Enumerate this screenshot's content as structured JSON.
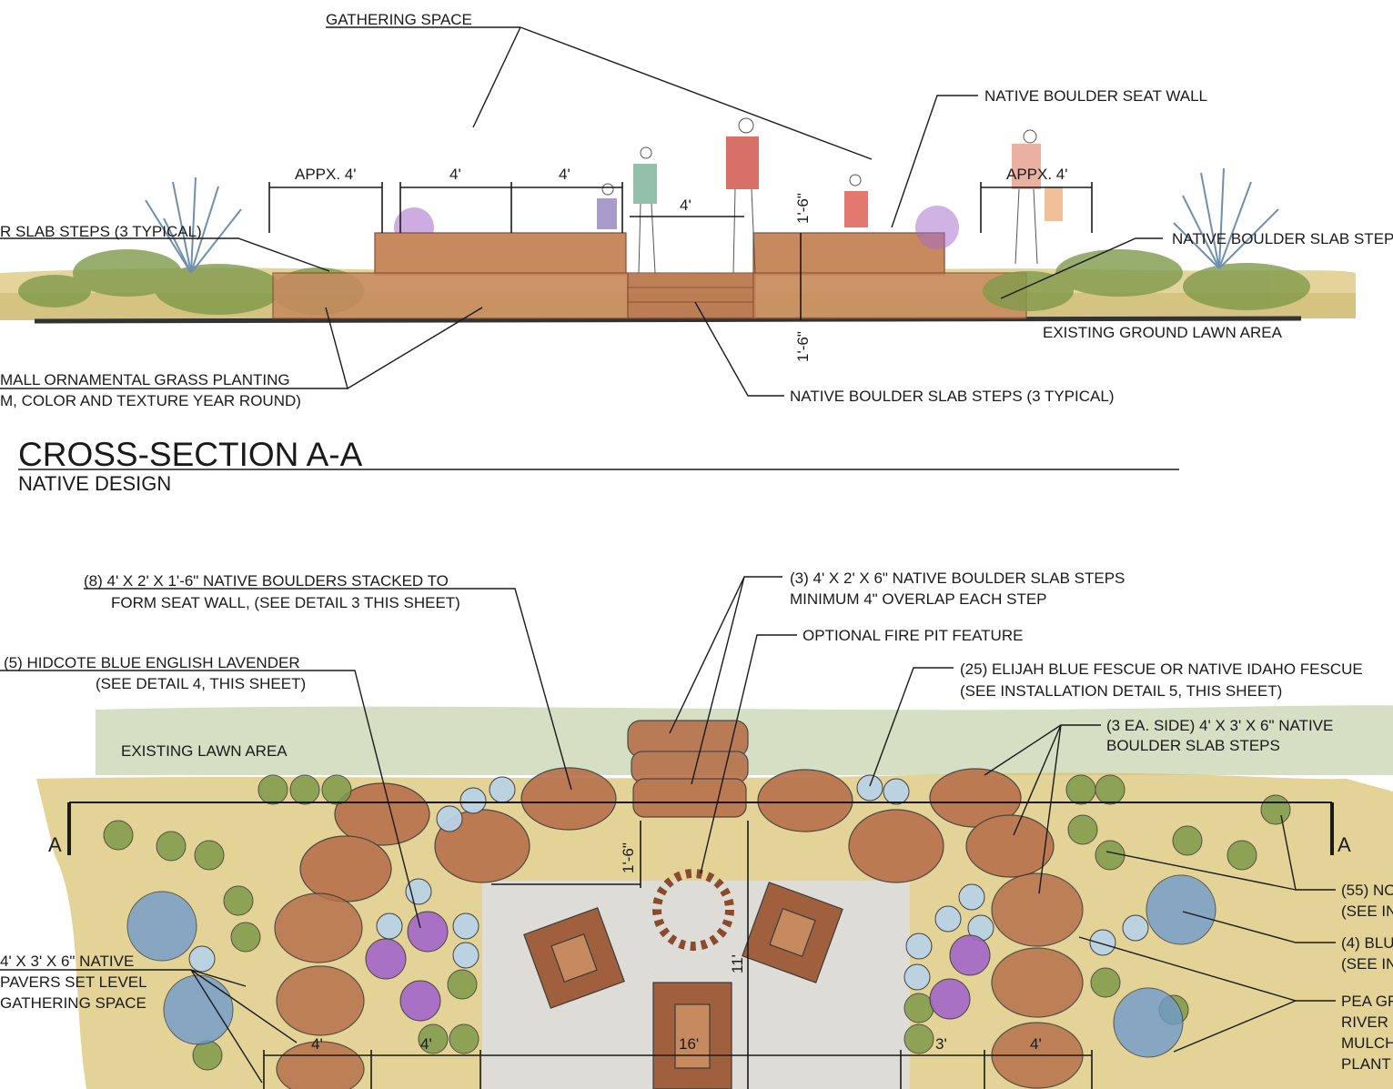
{
  "section": {
    "title": "CROSS-SECTION A-A",
    "subtitle": "NATIVE DESIGN",
    "labels": {
      "gathering_space": "GATHERING SPACE",
      "seat_wall": "NATIVE BOULDER SEAT WALL",
      "slab_steps_left": "R SLAB STEPS (3 TYPICAL)",
      "slab_steps_right": "NATIVE BOULDER SLAB STEP",
      "existing_ground": "EXISTING GROUND LAWN AREA",
      "grass_line1": "MALL ORNAMENTAL GRASS PLANTING",
      "grass_line2": "M, COLOR AND TEXTURE YEAR ROUND)",
      "slab_steps_center": "NATIVE BOULDER SLAB STEPS (3 TYPICAL)"
    },
    "dimensions": {
      "appx_left": "APPX. 4'",
      "four_a": "4'",
      "four_b": "4'",
      "four_c": "4'",
      "appx_right": "APPX. 4'",
      "height_top": "1'-6\"",
      "height_bottom": "1'-6\""
    }
  },
  "plan": {
    "labels": {
      "boulders_line1": "(8) 4' X 2' X 1'-6\" NATIVE BOULDERS STACKED TO",
      "boulders_line2": "FORM SEAT WALL, (SEE DETAIL 3 THIS SHEET)",
      "lavender_line1": "(5) HIDCOTE BLUE ENGLISH LAVENDER",
      "lavender_line2": "(SEE DETAIL 4, THIS SHEET)",
      "slab3_line1": "(3) 4' X 2' X 6\" NATIVE BOULDER SLAB STEPS",
      "slab3_line2": "MINIMUM 4\" OVERLAP EACH STEP",
      "fire_pit": "OPTIONAL FIRE PIT FEATURE",
      "fescue_line1": "(25) ELIJAH BLUE FESCUE OR NATIVE IDAHO FESCUE",
      "fescue_line2": "(SEE INSTALLATION  DETAIL 5, THIS SHEET)",
      "side_steps_line1": "(3 EA. SIDE) 4' X 3' X 6\" NATIVE",
      "side_steps_line2": "BOULDER SLAB STEPS",
      "existing_lawn": "EXISTING LAWN AREA",
      "section_a_left": "A",
      "section_a_right": "A",
      "no_line1": "(55) NO",
      "no_line2": "(SEE IN",
      "blu_line1": "(4) BLU",
      "blu_line2": "(SEE IN",
      "pavers_line1": "4' X 3' X 6\" NATIVE",
      "pavers_line2": "PAVERS SET LEVEL",
      "pavers_line3": "GATHERING SPACE",
      "pea_line1": "PEA GR",
      "pea_line2": "RIVER",
      "pea_line3": "MULCH",
      "pea_line4": "PLANT"
    },
    "dimensions": {
      "d_one_six": "1'-6\"",
      "d_eleven": "11'",
      "d_four_a": "4'",
      "d_four_b": "4'",
      "d_sixteen": "16'",
      "d_three": "3'",
      "d_four_c": "4'"
    }
  },
  "colors": {
    "lawn": "#c9d7b4",
    "mulch": "#d8c06a",
    "boulder": "#b7714b",
    "boulder_dark": "#8a4a2e",
    "paving": "#dddddd",
    "shrub_green": "#7f9a4a",
    "fescue_blue": "#b9d2e6",
    "lavender": "#a267c9",
    "blue_grass": "#6f9ccc",
    "section_ground": "#c9b56b"
  }
}
